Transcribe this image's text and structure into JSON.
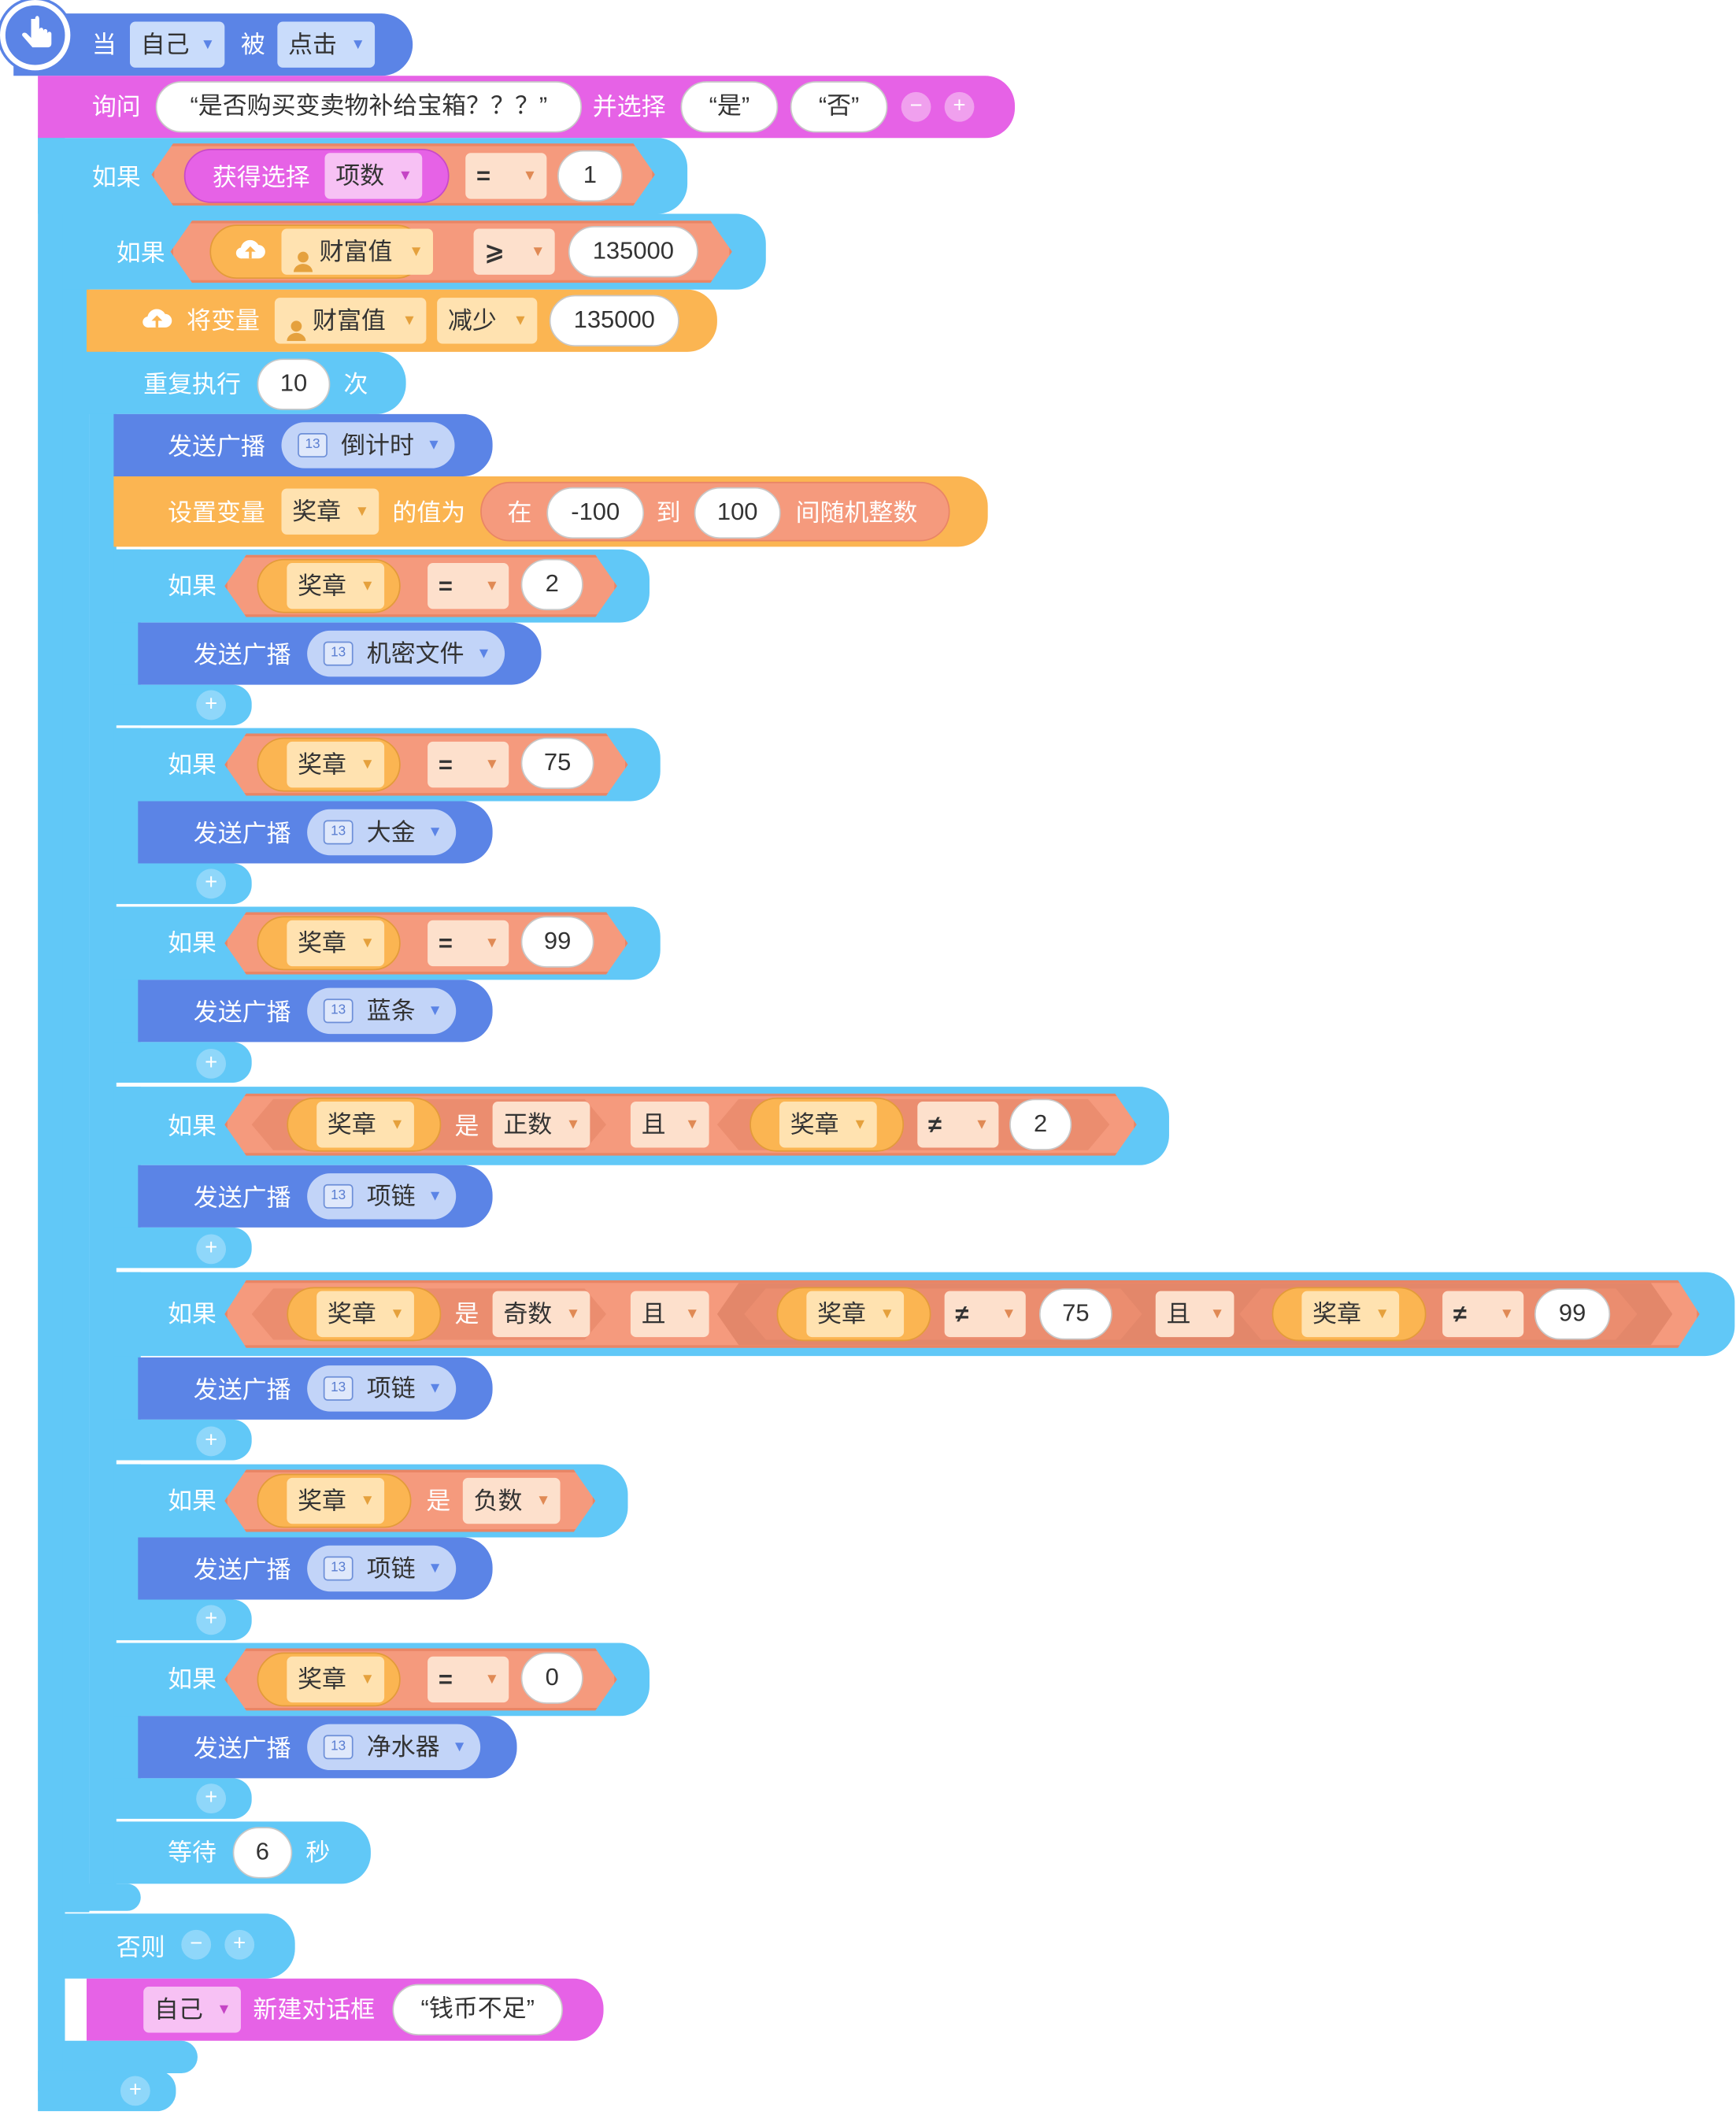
{
  "event": {
    "when": "当",
    "sprite": "自己",
    "verb": "被",
    "action": "点击"
  },
  "ask": {
    "label": "询问",
    "question": "“是否购买变卖物补给宝箱？？？”",
    "and_choose": "并选择",
    "choice1": "“是”",
    "choice2": "“否”"
  },
  "if1": {
    "label": "如果",
    "reporter": "获得选择",
    "field": "项数",
    "op": "=",
    "value": "1"
  },
  "if2": {
    "label": "如果",
    "var": "财富值",
    "op": "⩾",
    "value": "135000"
  },
  "change": {
    "label": "将变量",
    "var": "财富值",
    "mode": "减少",
    "value": "135000"
  },
  "repeat": {
    "label": "重复执行",
    "count": "10",
    "unit": "次"
  },
  "broadcast_label": "发送广播",
  "broadcast_badge": "13",
  "bc1": "倒计时",
  "setvar": {
    "label": "设置变量",
    "var": "奖章",
    "to": "的值为",
    "in": "在",
    "min": "-100",
    "until": "到",
    "max": "100",
    "tail": "间随机整数"
  },
  "if_label": "如果",
  "var_medal": "奖章",
  "ops": {
    "eq": "=",
    "ne": "≠",
    "and": "且",
    "is": "是"
  },
  "c1": {
    "value": "2",
    "bc": "机密文件"
  },
  "c2": {
    "value": "75",
    "bc": "大金"
  },
  "c3": {
    "value": "99",
    "bc": "蓝条"
  },
  "c4": {
    "kind": "正数",
    "value": "2",
    "bc": "项链"
  },
  "c5": {
    "kind": "奇数",
    "v1": "75",
    "v2": "99",
    "bc": "项链"
  },
  "c6": {
    "kind": "负数",
    "bc": "项链"
  },
  "c7": {
    "value": "0",
    "bc": "净水器"
  },
  "wait": {
    "label": "等待",
    "seconds": "6",
    "unit": "秒"
  },
  "else": {
    "label": "否则"
  },
  "dialog": {
    "sprite": "自己",
    "label": "新建对话框",
    "text": "“钱币不足”"
  },
  "icons": {
    "hand": "hand-pointer-icon",
    "cloud": "cloud-upload-icon",
    "person": "person-icon",
    "plus": "plus-icon",
    "minus": "minus-icon",
    "chevron": "chevron-down-icon",
    "broadcast": "broadcast-icon"
  },
  "colors": {
    "event": "#5b84e6",
    "control": "#61c8f7",
    "sensing": "#e662e6",
    "operator": "#f59a7d",
    "variable": "#fbb552"
  }
}
